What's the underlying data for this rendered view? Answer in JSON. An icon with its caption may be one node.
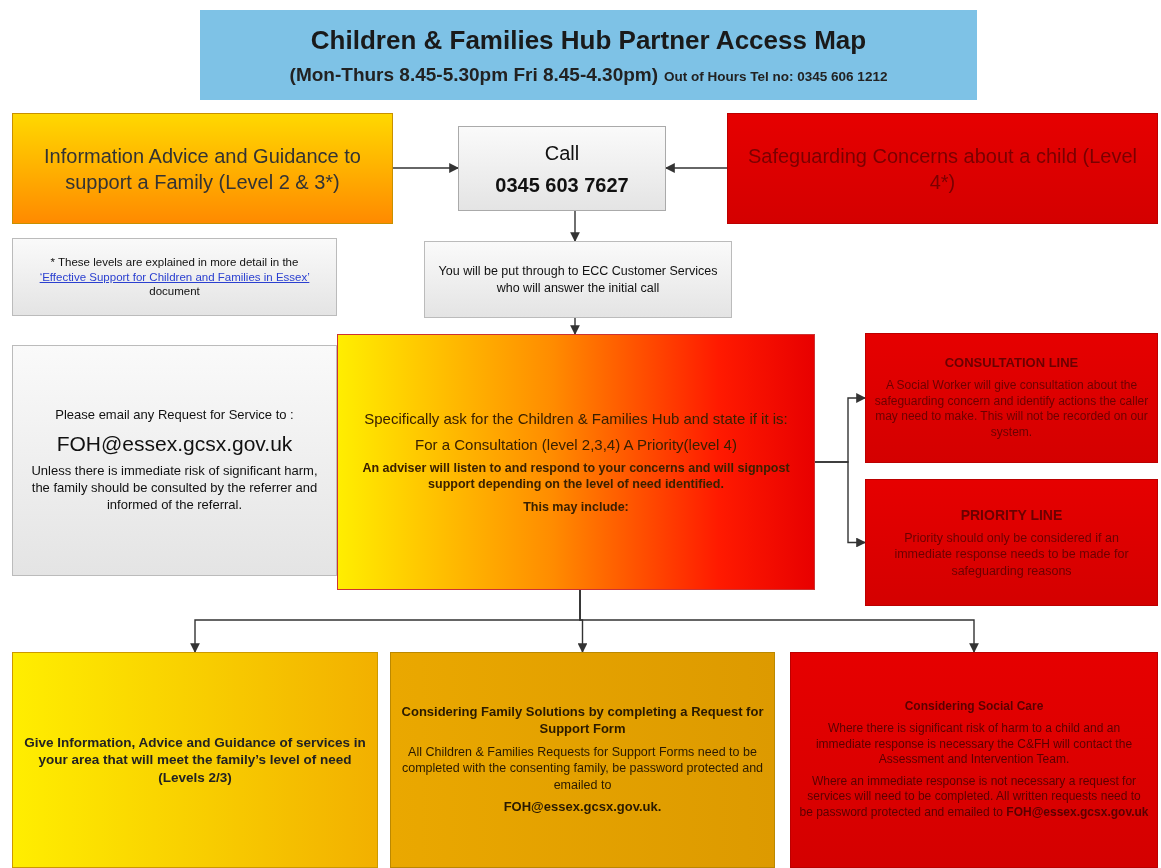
{
  "diagram": {
    "title": "Children & Families Hub Partner Access Map",
    "nodes": [
      {
        "text": [
          "Information Advice and Guidance to support a Family (Level 2 & 3*)"
        ]
      },
      {
        "text": [
          "Call",
          "0345 603 7627"
        ]
      },
      {
        "text": [
          "Safeguarding Concerns about a child (Level 4*)"
        ]
      },
      {
        "text": [
          "* These levels are explained in more detail in the *‘Effective Support for Children and Families in Essex’* document"
        ]
      },
      {
        "text": [
          "You will be put through to ECC Customer Services who will answer the initial call"
        ]
      },
      {
        "text": [
          "Please email any Request for Service to :",
          "FOH@essex.gcsx.gov.uk",
          "Unless there is immediate risk of significant harm, the family should be consulted by the referrer and informed of the referral."
        ]
      },
      {
        "text": [
          "Specifically ask for the Children & Families Hub  and state if it is:",
          "For a Consultation (level 2,3,4) A Priority(level 4)",
          "An adviser will listen to and respond to your concerns and will signpost support depending on the level of need identified.",
          "This may include:"
        ]
      },
      {
        "text": [
          "CONSULTATION LINE",
          "A Social Worker will give consultation about the safeguarding concern and identify actions the caller may need to make.  This will not be recorded on our system."
        ]
      },
      {
        "text": [
          "PRIORITY LINE",
          "Priority should only be considered if an immediate response needs to be made for safeguarding reasons"
        ]
      },
      {
        "text": [
          "Give Information, Advice and Guidance of services in your area that will meet the family’s level of need (Levels 2/3)"
        ]
      },
      {
        "text": [
          "Considering Family Solutions by completing a Request for Support Form",
          "All Children & Families Requests for Support Forms need to be completed with the consenting family, be password protected and emailed to",
          "FOH@essex.gcsx.gov.uk."
        ]
      },
      {
        "text": [
          "Considering Social Care",
          "Where there is significant risk of harm to a child and an immediate response is necessary the C&FH will contact the Assessment and Intervention Team.",
          "Where an immediate response is not necessary a request for services will need to be completed. All written requests  need to be password protected and emailed to **FOH@essex.gcsx.gov.uk**"
        ]
      }
    ],
    "edges": [
      {
        "from": 0,
        "to": 1,
        "arrow": "to"
      },
      {
        "from": 2,
        "to": 1,
        "arrow": "to"
      },
      {
        "from": 1,
        "to": 4,
        "arrow": "to"
      },
      {
        "from": 4,
        "to": 6,
        "arrow": "to"
      },
      {
        "from": 6,
        "to": 7,
        "arrow": "to"
      },
      {
        "from": 6,
        "to": 8,
        "arrow": "to"
      },
      {
        "from": 6,
        "to": 9,
        "arrow": "to"
      },
      {
        "from": 6,
        "to": 10,
        "arrow": "to"
      },
      {
        "from": 6,
        "to": 11,
        "arrow": "to"
      }
    ],
    "labels": [
      "(Mon-Thurs 8.45-5.30pm Fri 8.45-4.30pm)",
      "Out of Hours Tel no: 0345 606 1212"
    ]
  }
}
